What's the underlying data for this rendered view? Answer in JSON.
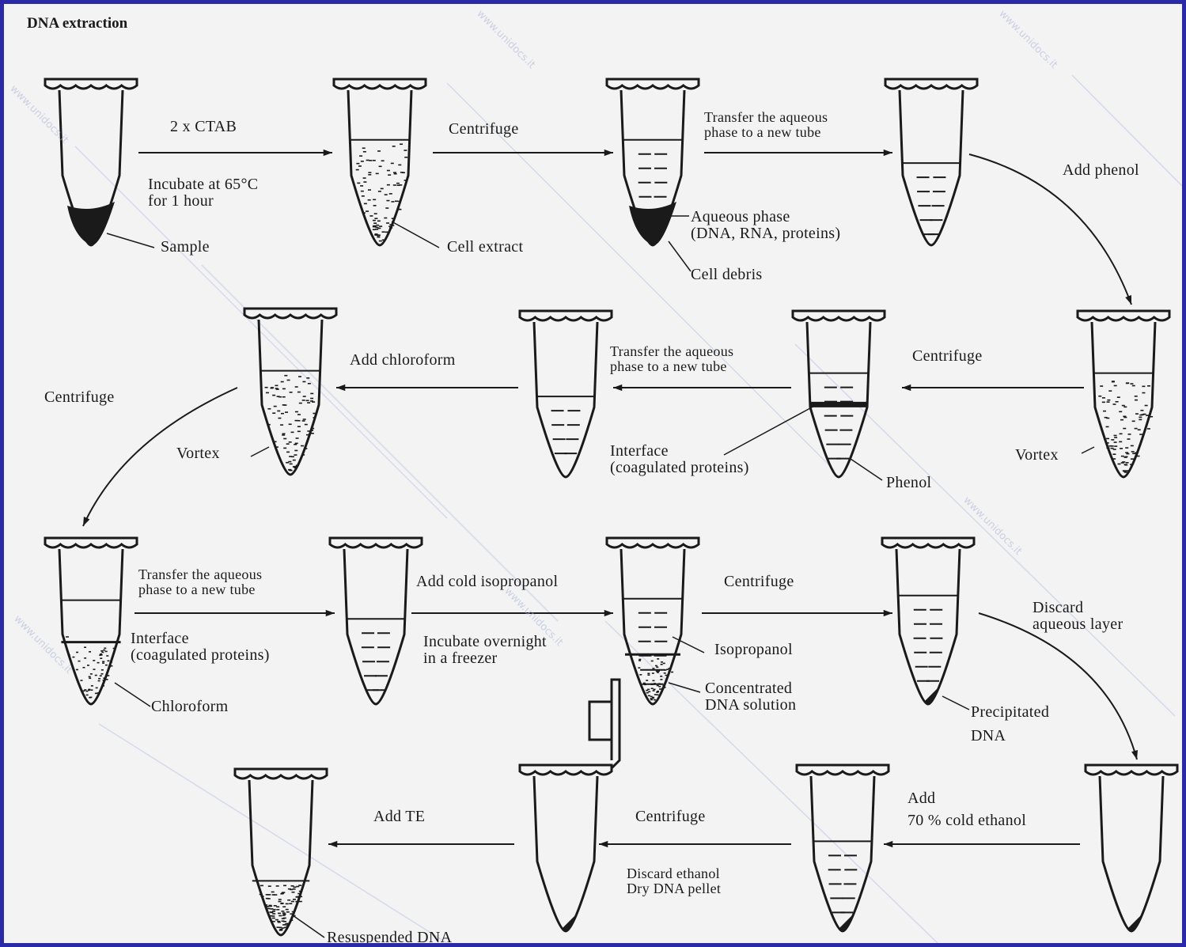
{
  "title": "DNA extraction",
  "watermark": "www.unidocs.it",
  "colors": {
    "border": "#2a2aa8",
    "background": "#f3f3f3",
    "ink": "#1a1a1a",
    "watermark": "#a9b3d8"
  },
  "row1": {
    "step1_top": "2 x CTAB",
    "step1_bottom": "Incubate at 65°C\nfor 1 hour",
    "sample": "Sample",
    "cell_extract": "Cell extract",
    "step2": "Centrifuge",
    "aqueous_phase": "Aqueous phase\n(DNA, RNA, proteins)",
    "cell_debris": "Cell debris",
    "step3": "Transfer the aqueous\nphase to a new tube",
    "step4": "Add phenol"
  },
  "row2": {
    "vortex_right": "Vortex",
    "step5": "Centrifuge",
    "phenol": "Phenol",
    "interface": "Interface\n(coagulated proteins)",
    "step6": "Transfer the aqueous\nphase to a new tube",
    "step7": "Add chloroform",
    "vortex_left": "Vortex",
    "step8": "Centrifuge"
  },
  "row3": {
    "step9": "Transfer the aqueous\nphase to a new tube",
    "interface": "Interface\n(coagulated proteins)",
    "chloroform": "Chloroform",
    "step10_top": "Add cold isopropanol",
    "step10_bottom": "Incubate overnight\nin a freezer",
    "isopropanol": "Isopropanol",
    "concentrated": "Concentrated\nDNA solution",
    "step11": "Centrifuge",
    "precipitated": "Precipitated\nDNA",
    "step12": "Discard\naqueous layer"
  },
  "row4": {
    "step13": "Add\n70 % cold ethanol",
    "step14": "Centrifuge",
    "step14_bottom": "Discard ethanol\nDry DNA pellet",
    "step15": "Add TE",
    "resuspended": "Resuspended DNA"
  }
}
